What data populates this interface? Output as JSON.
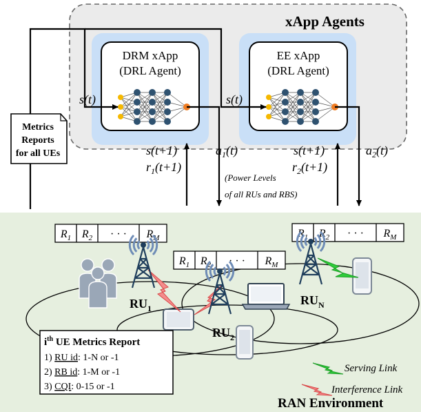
{
  "group": {
    "title": "xApp Agents"
  },
  "agents": [
    {
      "name": "DRM xApp",
      "role": "(DRL Agent)"
    },
    {
      "name": "EE xApp",
      "role": "(DRL Agent)"
    }
  ],
  "signals": {
    "state": "s(t)",
    "next_state": "s(t+1)",
    "a_prefix": "a",
    "a1_sub": "1",
    "a2_sub": "2",
    "a_suffix": "(t)",
    "r_prefix": "r",
    "r1_sub": "1",
    "r2_sub": "2",
    "r_suffix": "(t+1)"
  },
  "metrics_note": {
    "line1": "Metrics",
    "line2": "Reports",
    "line3": "for all UEs"
  },
  "power_note": {
    "line1": "(Power Levels",
    "line2": "of all RUs and RBS)"
  },
  "rb_grid": {
    "r": "R",
    "s1": "1",
    "s2": "2",
    "sM": "M",
    "dots": "· · ·"
  },
  "radio_units": [
    {
      "prefix": "RU",
      "sub": "1"
    },
    {
      "prefix": "RU",
      "sub": "2"
    },
    {
      "prefix": "RU",
      "sub": "N"
    }
  ],
  "ue_report": {
    "sup_base": "i",
    "sup_suffix": "th",
    "title": " UE Metrics Report",
    "items": [
      {
        "num": "1)",
        "key": "RU id",
        "value": ": 1-N or -1"
      },
      {
        "num": "2)",
        "key": "RB id",
        "value": ": 1-M or -1"
      },
      {
        "num": "3)",
        "key": "CQI",
        "value": ": 0-15 or -1"
      }
    ]
  },
  "legend": {
    "serving": "Serving Link",
    "interference": "Interference Link"
  },
  "environment": {
    "label": "RAN Environment"
  },
  "colors": {
    "env_bg": "#e6efdf",
    "agent_glow": "#c9dff7",
    "input_node": "#f5b800",
    "hidden_node": "#2f5270",
    "output_node": "#f07c22",
    "serving_link": "#2ecc3a",
    "interference_link": "#f48c8c",
    "tower": "#1f3e5c",
    "waves": "#6e8cb6",
    "people": "#9aa7b7"
  }
}
